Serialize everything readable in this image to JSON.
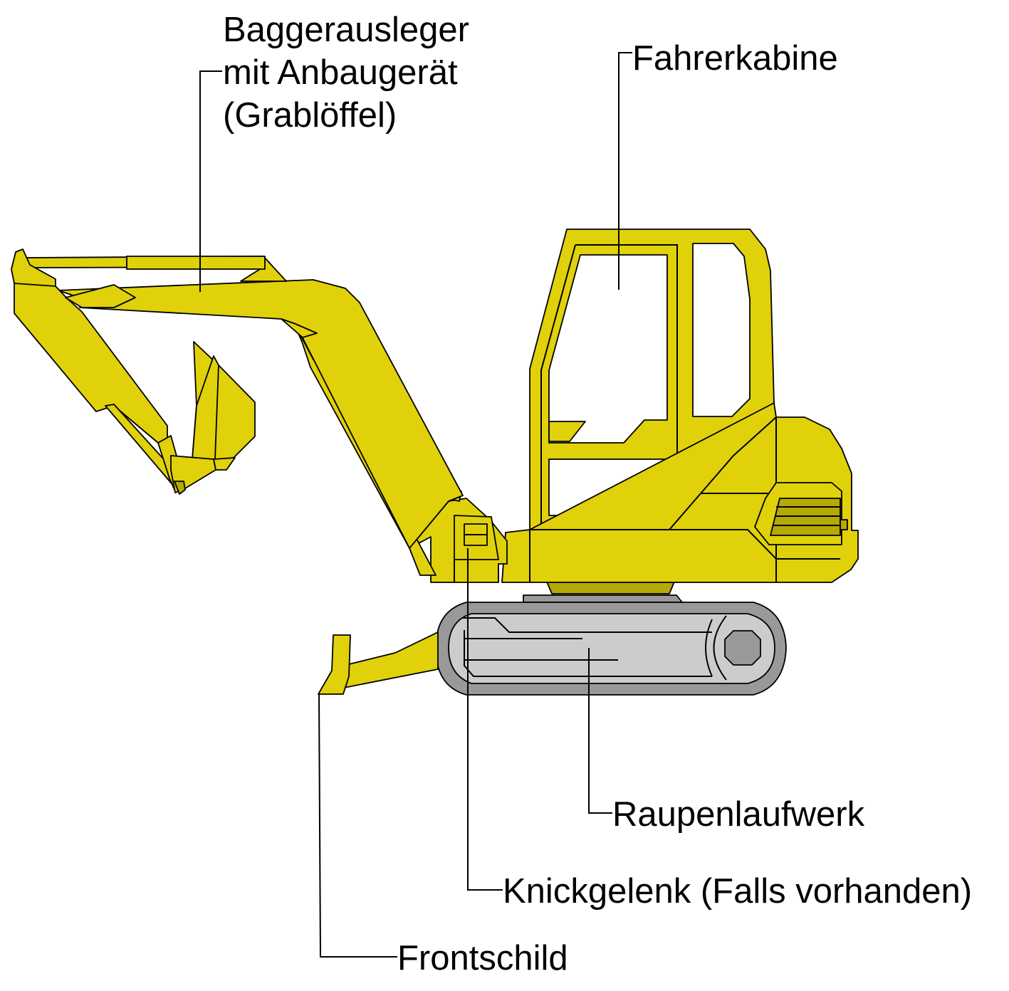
{
  "colors": {
    "body": "#e0d10a",
    "body_dark": "#b5a906",
    "track_outer": "#999999",
    "track_inner": "#cccccc",
    "outline": "#000000",
    "background": "#ffffff"
  },
  "labels": {
    "boom": [
      "Baggerausleger",
      "mit Anbaugerät",
      "(Grablöffel)"
    ],
    "cab": "Fahrerkabine",
    "track": "Raupenlaufwerk",
    "joint": "Knickgelenk (Falls vorhanden)",
    "blade": "Frontschild"
  }
}
